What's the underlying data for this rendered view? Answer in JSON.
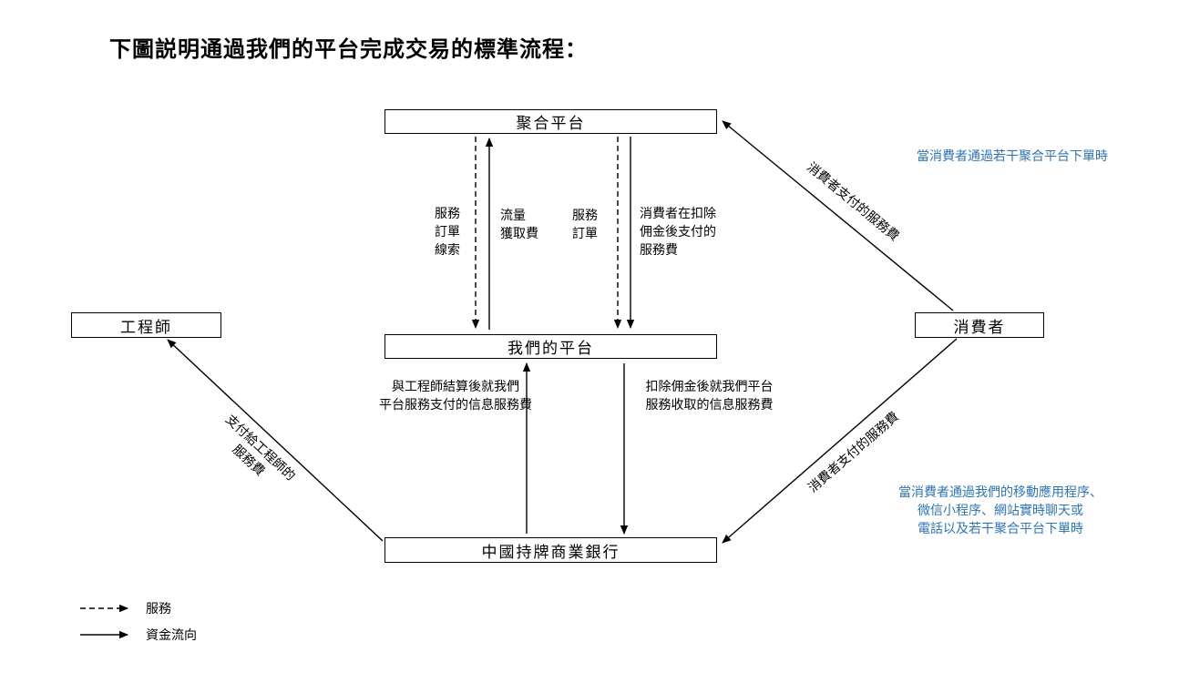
{
  "title": "下圖説明通過我們的平台完成交易的標準流程：",
  "colors": {
    "annotation_blue": "#2E74B6",
    "line_black": "#000000"
  },
  "boxes": {
    "aggregation_platform": "聚合平台",
    "our_platform": "我們的平台",
    "engineer": "工程師",
    "consumer": "消費者",
    "bank": "中國持牌商業銀行"
  },
  "flow_labels": {
    "service_order_leads": "服務\n訂單\n線索",
    "traffic_acquisition_fee": "流量\n獲取費",
    "service_order": "服務\n訂單",
    "consumer_fee_after_commission": "消費者在扣除\n佣金後支付的\n服務費",
    "fee_paid_after_engineer_settlement": "與工程師結算後就我們\n平台服務支付的信息服務費",
    "fee_collected_after_commission": "扣除佣金後就我們平台\n服務收取的信息服務費",
    "fee_to_engineer": "支付給工程師的\n服務費",
    "consumer_fee_via_aggregation": "消費者支付的服務費",
    "consumer_fee_direct": "消費者支付的服務費"
  },
  "annotations": {
    "via_aggregation": "當消費者通過若干聚合平台下單時",
    "direct_channels": "當消費者通過我們的移動應用程序、\n微信小程序、網站實時聊天或\n電話以及若干聚合平台下單時"
  },
  "legend": {
    "service": "服務",
    "fund_flow": "資金流向"
  }
}
